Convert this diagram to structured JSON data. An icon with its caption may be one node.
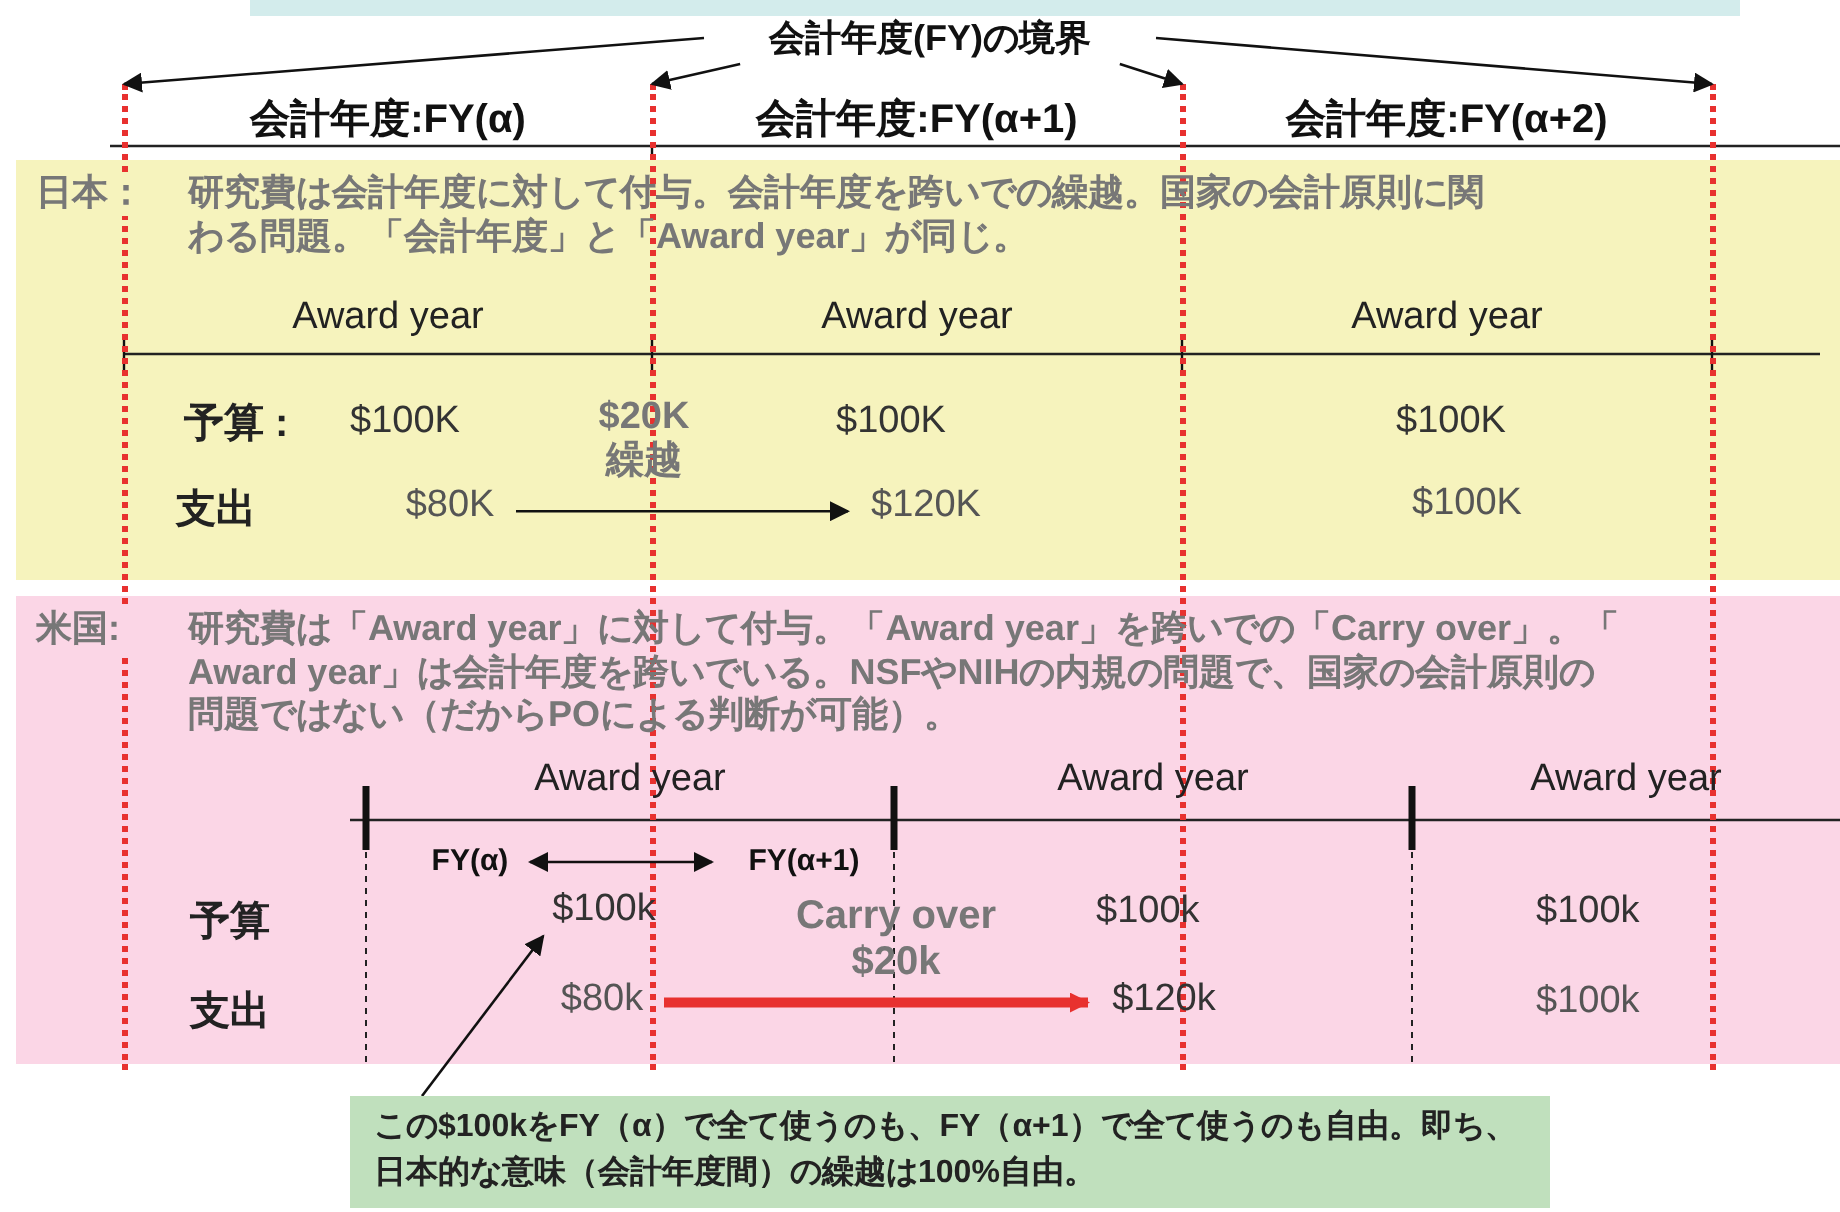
{
  "diagram": {
    "nodes": [
      {
        "text": [
          "会計年度(FY)の境界"
        ]
      },
      {
        "text": [],
        "shape": "line"
      },
      {
        "text": [],
        "shape": "line"
      },
      {
        "text": [],
        "shape": "line"
      },
      {
        "text": [],
        "shape": "line"
      },
      {
        "text": [
          "日本：",
          "研究費は会計年度に対して付与。会計年度を跨いでの繰越。国家の会計原則に関わる問題。「会計年度」と「Award year」が同じ。"
        ]
      },
      {
        "text": [
          "$80K"
        ],
        "in": 5
      },
      {
        "text": [
          "$120K"
        ],
        "in": 5
      },
      {
        "text": [
          "米国:",
          "研究費は「Award year」に対して付与。「Award year」を跨いでの「Carry over」。「 Award year」は会計年度を跨いでいる。NSFやNIHの内規の問題で、国家の会計原則の問題ではない（だからPOによる判断が可能）。"
        ]
      },
      {
        "text": [
          "FY(α)"
        ],
        "in": 8
      },
      {
        "text": [
          "FY(α+1)"
        ],
        "in": 8
      },
      {
        "text": [
          "$100k"
        ],
        "in": 8
      },
      {
        "text": [
          "$80k"
        ],
        "in": 8
      },
      {
        "text": [
          "$120k"
        ],
        "in": 8
      },
      {
        "text": [
          "この$100kをFY（α）で全て使うのも、FY（α+1）で全て使うのも自由。即ち、日本的な意味（会計年度間）の繰越は100%自由。"
        ]
      }
    ],
    "edges": [
      {
        "from": 0,
        "to": 1,
        "arrow": "to"
      },
      {
        "from": 0,
        "to": 2,
        "arrow": "to"
      },
      {
        "from": 0,
        "to": 3,
        "arrow": "to"
      },
      {
        "from": 0,
        "to": 4,
        "arrow": "to"
      },
      {
        "from": 6,
        "to": 7,
        "arrow": "to",
        "label": "$20K 繰越"
      },
      {
        "from": 9,
        "to": 10,
        "arrow": "both"
      },
      {
        "from": 12,
        "to": 13,
        "arrow": "to",
        "label": "Carry over $20k",
        "style": "thick",
        "color": "#e8312f"
      },
      {
        "from": 14,
        "to": 11,
        "arrow": "to"
      }
    ],
    "labels": [
      "会計年度:FY(α)",
      "会計年度:FY(α+1)",
      "会計年度:FY(α+2)",
      "Award year",
      "Award year",
      "Award year",
      "予算 :",
      "$100K",
      "$100K",
      "$100K",
      "支出",
      "$100K",
      "Award year",
      "Award year",
      "Award year",
      "予算",
      "$100k",
      "$100k",
      "支出",
      "$100k"
    ]
  }
}
